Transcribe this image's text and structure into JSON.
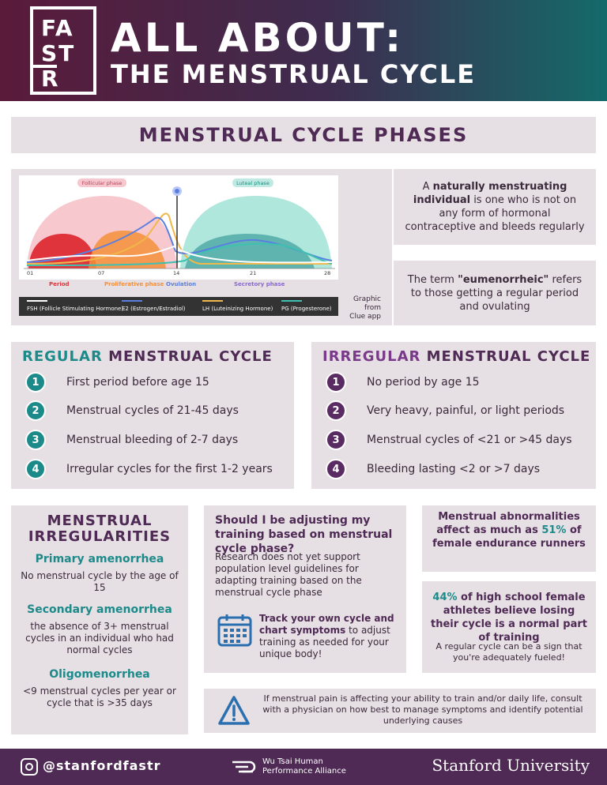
{
  "header": {
    "logo_line1": "FA",
    "logo_line2": "ST",
    "logo_line3": "R",
    "title1": "ALL ABOUT:",
    "title2": "THE MENSTRUAL CYCLE"
  },
  "section_title": "MENSTRUAL CYCLE PHASES",
  "chart": {
    "phase_labels": [
      "Follicular phase",
      "Luteal phase"
    ],
    "x_ticks": [
      "01",
      "07",
      "14",
      "21",
      "28"
    ],
    "sub_phases": [
      "Period",
      "Proliferative phase",
      "Ovulation",
      "Secretory phase"
    ],
    "legend": [
      {
        "label": "FSH (Follicle Stimulating Hormone)",
        "color": "#ffffff"
      },
      {
        "label": "E2 (Estrogen/Estradiol)",
        "color": "#5b7fe0"
      },
      {
        "label": "LH (Luteinizing Hormone)",
        "color": "#f0b84a"
      },
      {
        "label": "PG (Progesterone)",
        "color": "#3ec1b0"
      }
    ],
    "credit_line1": "Graphic",
    "credit_line2": "from",
    "credit_line3": "Clue app"
  },
  "info1": {
    "pre": "A ",
    "bold": "naturally menstruating individual",
    "post": " is one who is not on any form of hormonal contraceptive and bleeds regularly"
  },
  "info2": {
    "pre": "The term ",
    "bold": "\"eumenorrheic\"",
    "post": " refers to those getting a regular period and ovulating"
  },
  "regular": {
    "title_color": "REGULAR",
    "title_rest": " MENSTRUAL CYCLE",
    "items": [
      {
        "n": "1",
        "text": "First period before age 15"
      },
      {
        "n": "2",
        "text": "Menstrual cycles of 21-45 days"
      },
      {
        "n": "3",
        "text": "Menstrual bleeding of 2-7 days"
      },
      {
        "n": "4",
        "text": "Irregular cycles for the first 1-2 years"
      }
    ]
  },
  "irregular": {
    "title_color": "IRREGULAR",
    "title_rest": " MENSTRUAL CYCLE",
    "items": [
      {
        "n": "1",
        "text": "No period by age 15"
      },
      {
        "n": "2",
        "text": "Very heavy, painful, or light periods"
      },
      {
        "n": "3",
        "text": "Menstrual cycles of <21 or >45 days"
      },
      {
        "n": "4",
        "text": "Bleeding lasting <2 or >7 days"
      }
    ]
  },
  "irregularities": {
    "head1": "MENSTRUAL",
    "head2": "IRREGULARITIES",
    "primary_title": "Primary amenorrhea",
    "primary_desc": "No menstrual cycle by the age of 15",
    "secondary_title": "Secondary amenorrhea",
    "secondary_desc": "the absence of 3+ menstrual cycles in an individual who had normal cycles",
    "oligo_title": "Oligomenorrhea",
    "oligo_desc": "<9 menstrual cycles per year or cycle that is >35 days"
  },
  "training": {
    "question": "Should I be adjusting my training based on menstrual cycle phase?",
    "answer": "Research does not yet support population level guidelines for adapting training based on the menstrual cycle phase",
    "tip_bold": "Track your own cycle and chart symptoms",
    "tip_rest": " to adjust training as needed for your unique body!"
  },
  "stat1": {
    "pre": "Menstrual abnormalities affect as much as ",
    "hl": "51%",
    "post": " of female endurance runners"
  },
  "stat2": {
    "hl": "44%",
    "post": " of high school female athletes believe losing their cycle is a normal part of training",
    "sub": "A regular cycle can be a sign that you're adequately fueled!"
  },
  "warning": "If menstrual pain is affecting your ability to train and/or daily life, consult with a physician on how best to manage symptoms and identify potential underlying causes",
  "footer": {
    "handle": "@stanfordfastr",
    "alliance_line1": "Wu Tsai Human",
    "alliance_line2": "Performance Alliance",
    "university": "Stanford University"
  }
}
